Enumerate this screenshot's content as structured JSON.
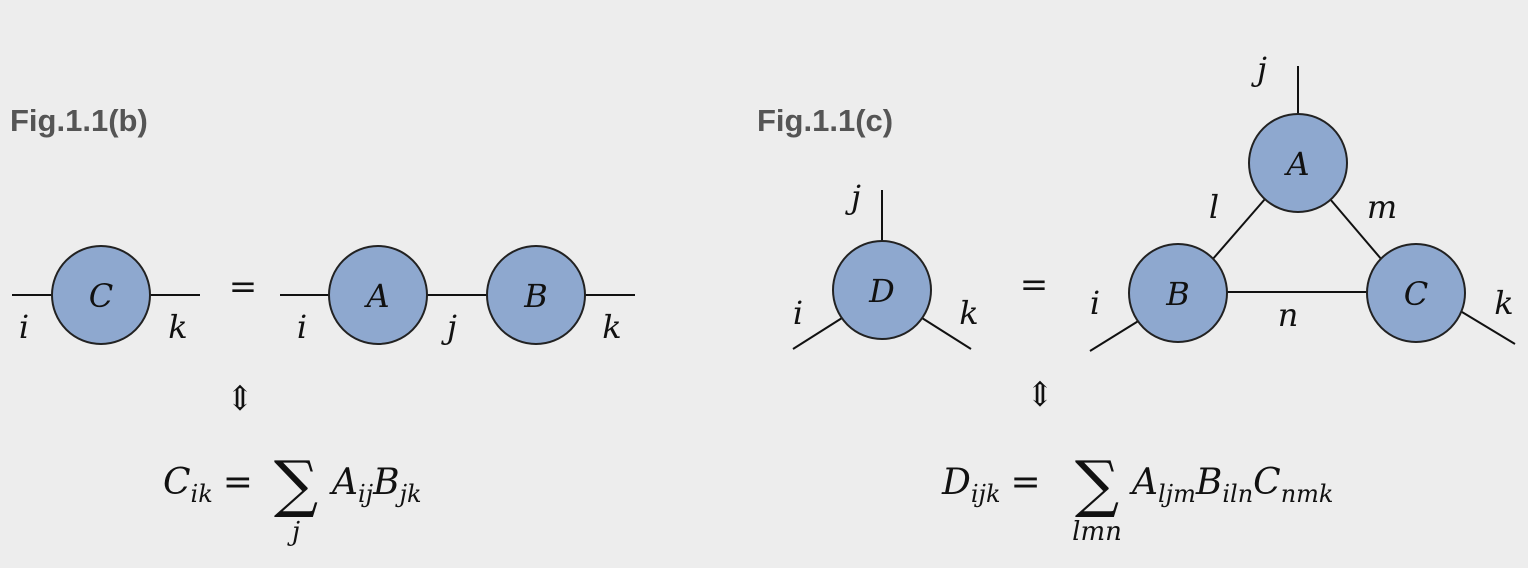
{
  "colors": {
    "node_fill": "#8ea8cf",
    "background": "#ededed",
    "label": "#555555"
  },
  "fig_b": {
    "label": "Fig.1.1(b)",
    "nodes": {
      "C": "C",
      "A": "A",
      "B": "B"
    },
    "indices": {
      "i": "i",
      "j": "j",
      "k": "k"
    },
    "equals": "=",
    "equiv": "⇕",
    "equation": {
      "lhs": "C",
      "lhs_sub": "ik",
      "eq": "=",
      "sigma": "∑",
      "sum_sub": "j",
      "t1": "A",
      "t1_sub": "ij",
      "t2": "B",
      "t2_sub": "jk"
    }
  },
  "fig_c": {
    "label": "Fig.1.1(c)",
    "nodes": {
      "D": "D",
      "A": "A",
      "B": "B",
      "C": "C"
    },
    "indices": {
      "i": "i",
      "j": "j",
      "k": "k",
      "l": "l",
      "m": "m",
      "n": "n"
    },
    "equals": "=",
    "equiv": "⇕",
    "equation": {
      "lhs": "D",
      "lhs_sub": "ijk",
      "eq": "=",
      "sigma": "∑",
      "sum_sub": "lmn",
      "t1": "A",
      "t1_sub": "ljm",
      "t2": "B",
      "t2_sub": "iln",
      "t3": "C",
      "t3_sub": "nmk"
    }
  }
}
